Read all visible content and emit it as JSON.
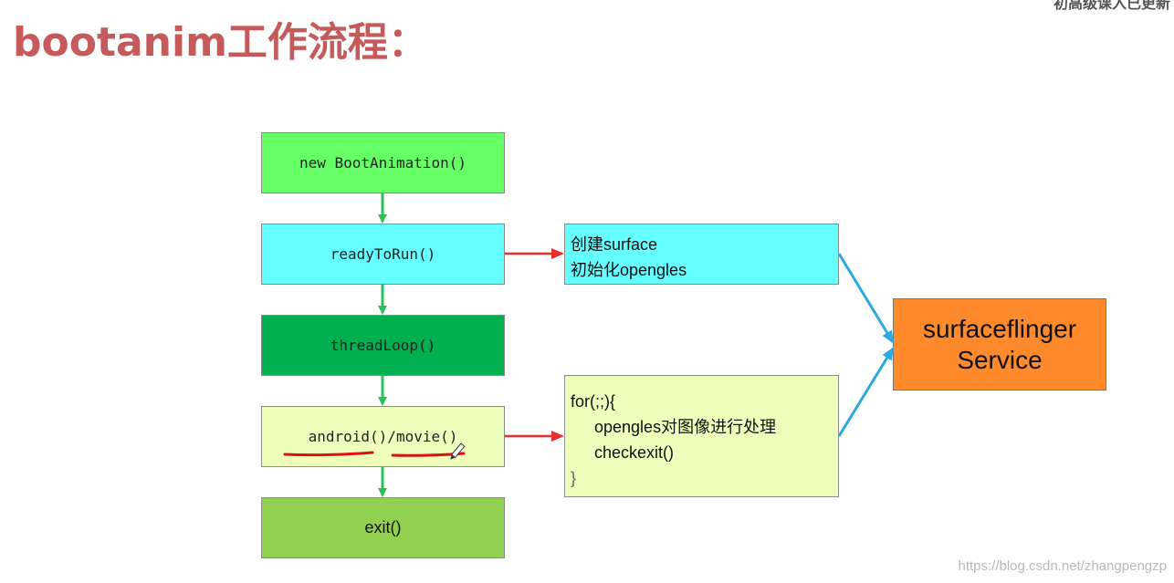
{
  "title": "bootanim工作流程：",
  "corner_text": "初高级课入已更新",
  "flow": {
    "box1": "new BootAnimation()",
    "box2": "readyToRun()",
    "box3": "threadLoop()",
    "box4": "android()/movie()",
    "box5": "exit()"
  },
  "surface_box": {
    "line1": "创建surface",
    "line2": "初始化opengles"
  },
  "loop_box": {
    "line1": "for(;;){",
    "line2": "opengles对图像进行处理",
    "line3": "checkexit()",
    "line4": "}"
  },
  "service_box": {
    "line1": "surfaceflinger",
    "line2": "Service"
  },
  "watermark": "https://blog.csdn.net/zhangpengzp",
  "colors": {
    "title": "#c55a5a",
    "flow_arrow": "#2bbf5a",
    "red_arrow": "#e53030",
    "blue_arrow": "#2aa9e0",
    "underline": "#dd1111"
  }
}
